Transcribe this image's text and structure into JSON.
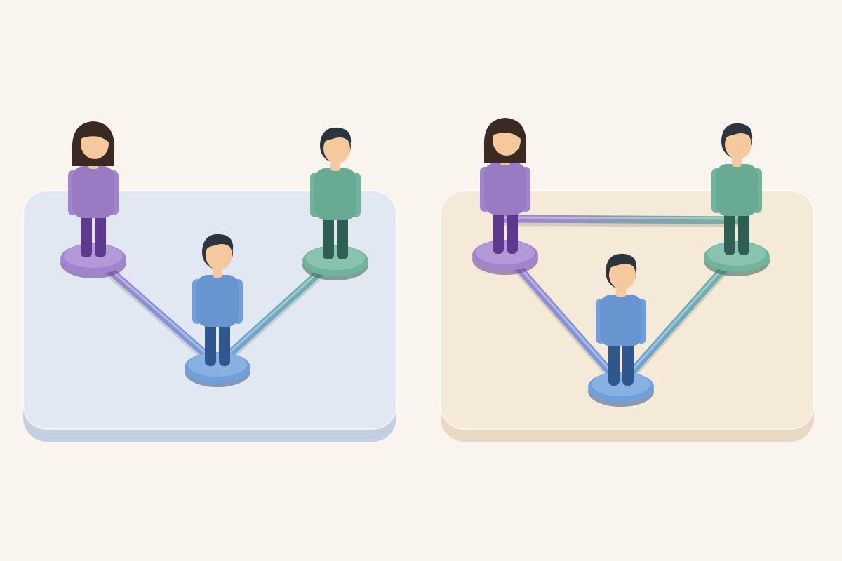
{
  "colors": {
    "background": "#f9f4ee",
    "platform_left": "#e2e8f2",
    "platform_left_edge": "#c3d0e2",
    "platform_right": "#f5ead8",
    "platform_right_edge": "#e8dac2",
    "skin": "#f5c89e",
    "hair": "#3a2a22",
    "hair_dark": "#2b3540",
    "purple": "#a283cf",
    "purple_dark": "#5e3a8e",
    "green": "#6fb59e",
    "green_dark": "#2f5e54",
    "blue": "#6f9fdc",
    "blue_dark": "#2f568e"
  },
  "diagrams": [
    {
      "name": "open-network",
      "edges": [
        [
          "purple",
          "blue"
        ],
        [
          "green",
          "blue"
        ]
      ]
    },
    {
      "name": "closed-network",
      "edges": [
        [
          "purple",
          "green"
        ],
        [
          "purple",
          "blue"
        ],
        [
          "green",
          "blue"
        ]
      ]
    }
  ],
  "people": [
    {
      "role": "purple",
      "hair_style": "long",
      "color_key": "purple"
    },
    {
      "role": "green",
      "hair_style": "short",
      "color_key": "green"
    },
    {
      "role": "blue",
      "hair_style": "short",
      "color_key": "blue"
    }
  ]
}
